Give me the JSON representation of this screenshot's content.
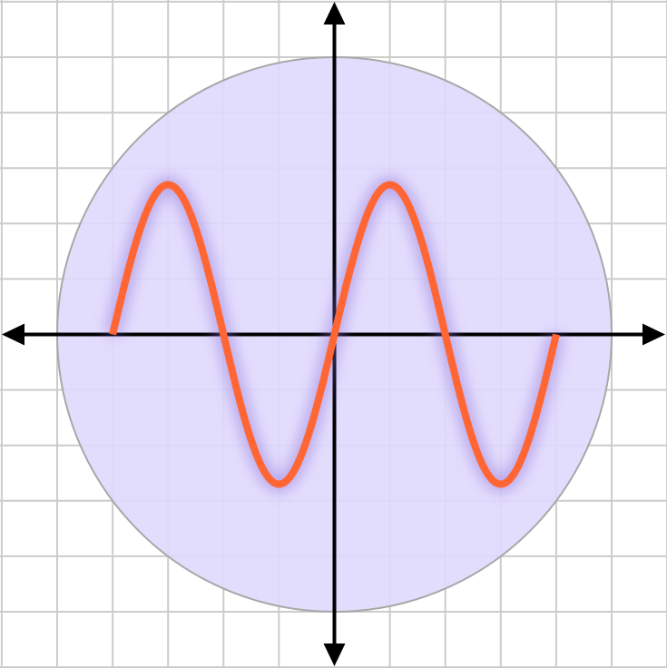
{
  "chart_data": {
    "type": "line",
    "title": "",
    "xlabel": "",
    "ylabel": "",
    "xlim": [
      -6,
      6
    ],
    "ylim": [
      -6,
      6
    ],
    "grid": true,
    "axes_arrows": true,
    "tick_labels": false,
    "region": {
      "shape": "circle",
      "center": [
        0,
        0
      ],
      "radius": 5,
      "fill": "#E0D9FD",
      "stroke": "#A8A8A8"
    },
    "series": [
      {
        "function": "sine",
        "amplitude": 2.7,
        "period": 4,
        "domain": [
          -4,
          4
        ],
        "color": "#FF6633"
      }
    ],
    "colors": {
      "grid": "#CCCCCC",
      "axis": "#000000",
      "glow": "#8C6FD9"
    }
  }
}
